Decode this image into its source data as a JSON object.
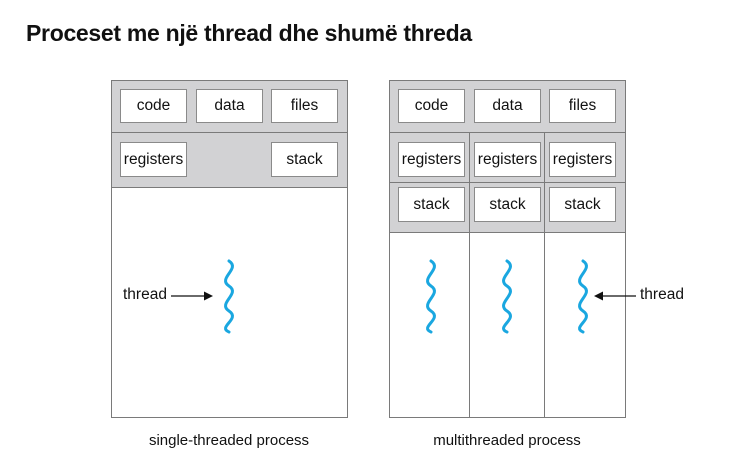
{
  "title": "Proceset me një thread dhe shumë threda",
  "single": {
    "shared": [
      "code",
      "data",
      "files"
    ],
    "registers": "registers",
    "stack": "stack",
    "thread_label": "thread",
    "caption": "single-threaded process"
  },
  "multi": {
    "shared": [
      "code",
      "data",
      "files"
    ],
    "registers": [
      "registers",
      "registers",
      "registers"
    ],
    "stacks": [
      "stack",
      "stack",
      "stack"
    ],
    "thread_label": "thread",
    "caption": "multithreaded process"
  },
  "colors": {
    "thread": "#1aa7e0",
    "band": "#d2d2d4",
    "border": "#7a7a7a"
  }
}
